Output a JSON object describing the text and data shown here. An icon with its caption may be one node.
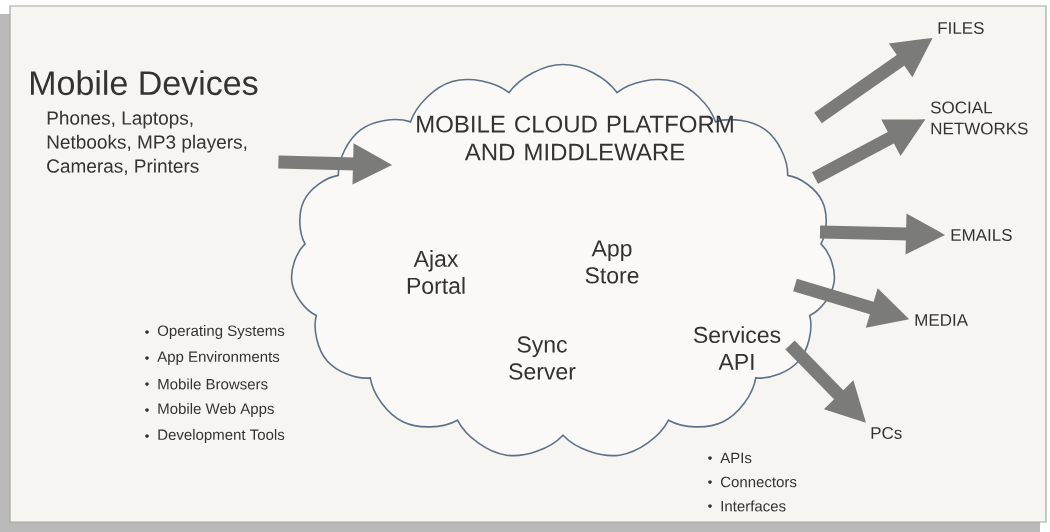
{
  "diagram": {
    "nodes": [
      {
        "text": [
          "Mobile Devices",
          "Phones, Laptops, Netbooks, MP3 players, Cameras, Printers"
        ]
      },
      {
        "text": [
          "MOBILE CLOUD PLATFORM AND MIDDLEWARE",
          "Ajax Portal",
          "App Store",
          "Sync Server",
          "Services API"
        ]
      },
      {
        "text": [
          "FILES"
        ]
      },
      {
        "text": [
          "SOCIAL NETWORKS"
        ]
      },
      {
        "text": [
          "EMAILS"
        ]
      },
      {
        "text": [
          "MEDIA"
        ]
      },
      {
        "text": [
          "PCs"
        ]
      }
    ],
    "edges": [
      {
        "from": 0,
        "to": 1,
        "arrow": "to"
      },
      {
        "from": 1,
        "to": 2,
        "arrow": "to"
      },
      {
        "from": 1,
        "to": 3,
        "arrow": "to"
      },
      {
        "from": 1,
        "to": 4,
        "arrow": "to"
      },
      {
        "from": 1,
        "to": 5,
        "arrow": "to"
      },
      {
        "from": 1,
        "to": 6,
        "arrow": "to"
      }
    ],
    "labels": [
      "Operating Systems",
      "App Environments",
      "Mobile Browsers",
      "Mobile Web Apps",
      "Development Tools",
      "APIs",
      "Connectors",
      "Interfaces"
    ]
  }
}
